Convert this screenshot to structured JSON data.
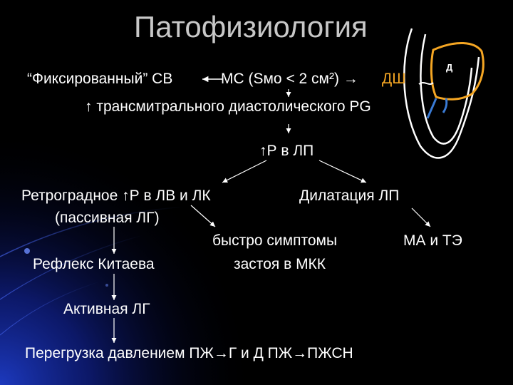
{
  "title": "Патофизиология",
  "lines": {
    "fixed_cv": "“Фиксированный” СВ",
    "ms": "МС (Ѕмо < 2 см²) →",
    "ds": "ДШ",
    "gradient": "↑ трансмитрального диастолического PG",
    "p_lp": "↑Р в ЛП",
    "retrograde": "Ретроградное ↑Р в ЛВ и ЛК",
    "passive_lg": "(пассивная ЛГ)",
    "dilation": "Дилатация ЛП",
    "symptoms_1": "быстро симптомы",
    "symptoms_2": "застоя в МКК",
    "ma_te": "МА и ТЭ",
    "kitaev": "Рефлекс Китаева",
    "active_lg": "Активная ЛГ",
    "overload": "Перегрузка давлением ПЖ→Г и Д ПЖ→ПЖСН"
  },
  "heart_label": "Д",
  "colors": {
    "background": "#000000",
    "text": "#ffffff",
    "title": "#c8c8c8",
    "accent_orange": "#f5a623",
    "accent_blue": "#3a7bd5",
    "ds_color": "#f5a623"
  }
}
